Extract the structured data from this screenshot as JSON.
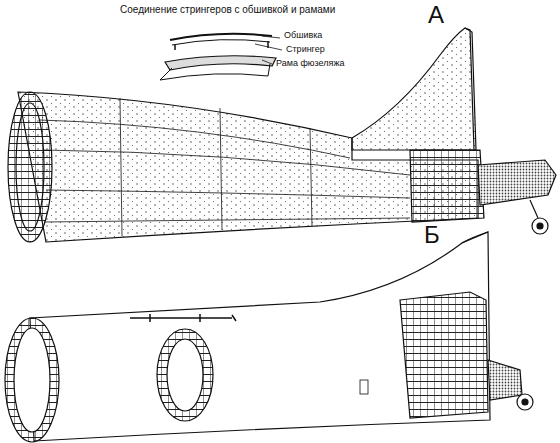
{
  "diagram": {
    "title": "Соединение стрингеров с обшивкой и рамами",
    "labels": [
      "Обшивка",
      "Стрингер",
      "Рама фюзеляжа",
      "А",
      "Б"
    ]
  }
}
